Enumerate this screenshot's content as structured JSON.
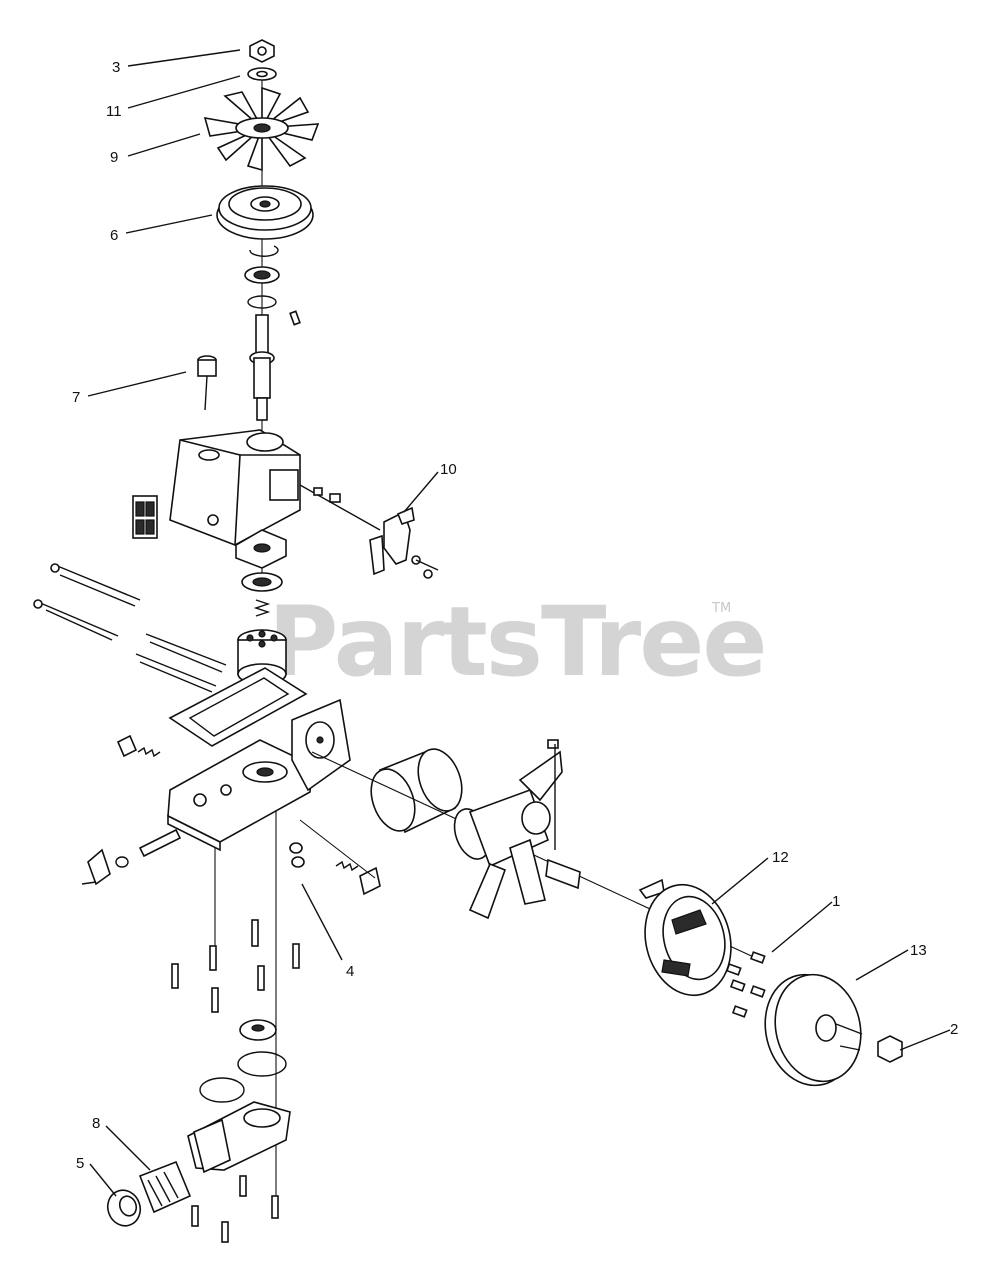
{
  "watermark": {
    "text": "PartsTree",
    "trademark": "TM"
  },
  "callouts": [
    {
      "id": "c3",
      "label": "3"
    },
    {
      "id": "c11",
      "label": "11"
    },
    {
      "id": "c9",
      "label": "9"
    },
    {
      "id": "c6",
      "label": "6"
    },
    {
      "id": "c7",
      "label": "7"
    },
    {
      "id": "c10",
      "label": "10"
    },
    {
      "id": "c4",
      "label": "4"
    },
    {
      "id": "c12",
      "label": "12"
    },
    {
      "id": "c1",
      "label": "1"
    },
    {
      "id": "c13",
      "label": "13"
    },
    {
      "id": "c2",
      "label": "2"
    },
    {
      "id": "c8",
      "label": "8"
    },
    {
      "id": "c5",
      "label": "5"
    }
  ]
}
